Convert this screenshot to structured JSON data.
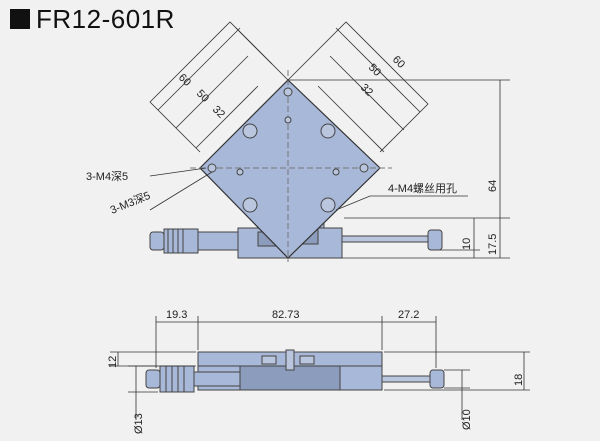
{
  "title": "FR12-601R",
  "colors": {
    "part_fill": "#a8b8d8",
    "part_dark": "#6f7f9c",
    "outline": "#444444",
    "dim_line": "#333333",
    "background": "#f1f1f1"
  },
  "top_view": {
    "dims_left": [
      "60",
      "50",
      "32"
    ],
    "dims_right": [
      "60",
      "50",
      "32"
    ],
    "height_overall": "64",
    "height_mid": "17.5",
    "height_small": "10",
    "callouts": [
      "3-M4深5",
      "3-M3深5",
      "4-M4螺丝用孔"
    ]
  },
  "side_view": {
    "dims_top": [
      "19.3",
      "82.73",
      "27.2"
    ],
    "left_height": "12",
    "left_dia": "Ø13",
    "right_dia": "Ø10",
    "right_height": "18"
  }
}
